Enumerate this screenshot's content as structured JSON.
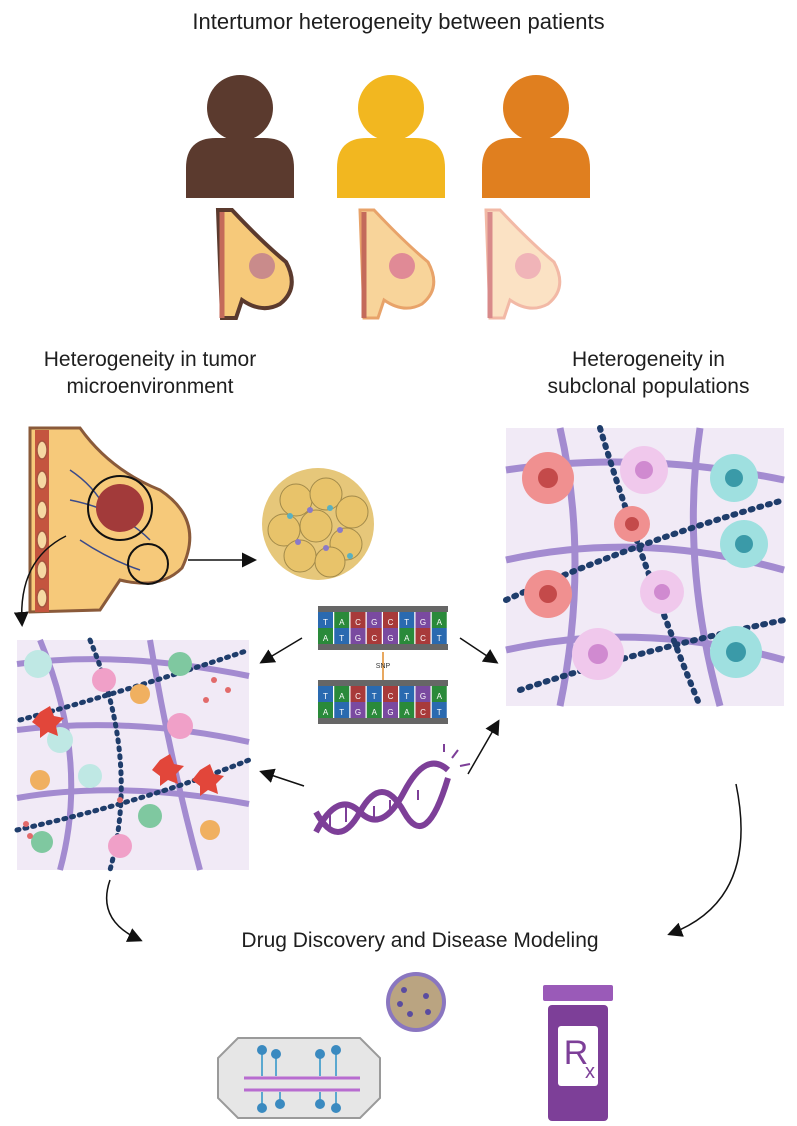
{
  "title": "Intertumor heterogeneity between patients",
  "labels": {
    "tme_line1": "Heterogeneity in tumor",
    "tme_line2": "microenvironment",
    "sub_line1": "Heterogeneity in",
    "sub_line2": "subclonal populations",
    "drug": "Drug Discovery and Disease Modeling",
    "snp": "SNP",
    "rx": "Rx"
  },
  "dna_top": [
    "T",
    "A",
    "C",
    "G",
    "C",
    "T",
    "G",
    "A"
  ],
  "dna_top2": [
    "A",
    "T",
    "G",
    "C",
    "G",
    "A",
    "C",
    "T"
  ],
  "dna_bot": [
    "T",
    "A",
    "C",
    "T",
    "C",
    "T",
    "G",
    "A"
  ],
  "dna_bot2": [
    "A",
    "T",
    "G",
    "A",
    "G",
    "A",
    "C",
    "T"
  ],
  "colors": {
    "patient1": "#5b3a2e",
    "patient2": "#f2b720",
    "patient3": "#e07f1f",
    "fiber": "#8a6cc4",
    "bead": "#1f3d6b",
    "drug_purple": "#7d3f98"
  },
  "icons": [
    "person-icon",
    "breast-tumor-icon",
    "spheroid-icon",
    "dna-helix-icon",
    "organ-on-chip-icon",
    "pill-bottle-icon"
  ]
}
